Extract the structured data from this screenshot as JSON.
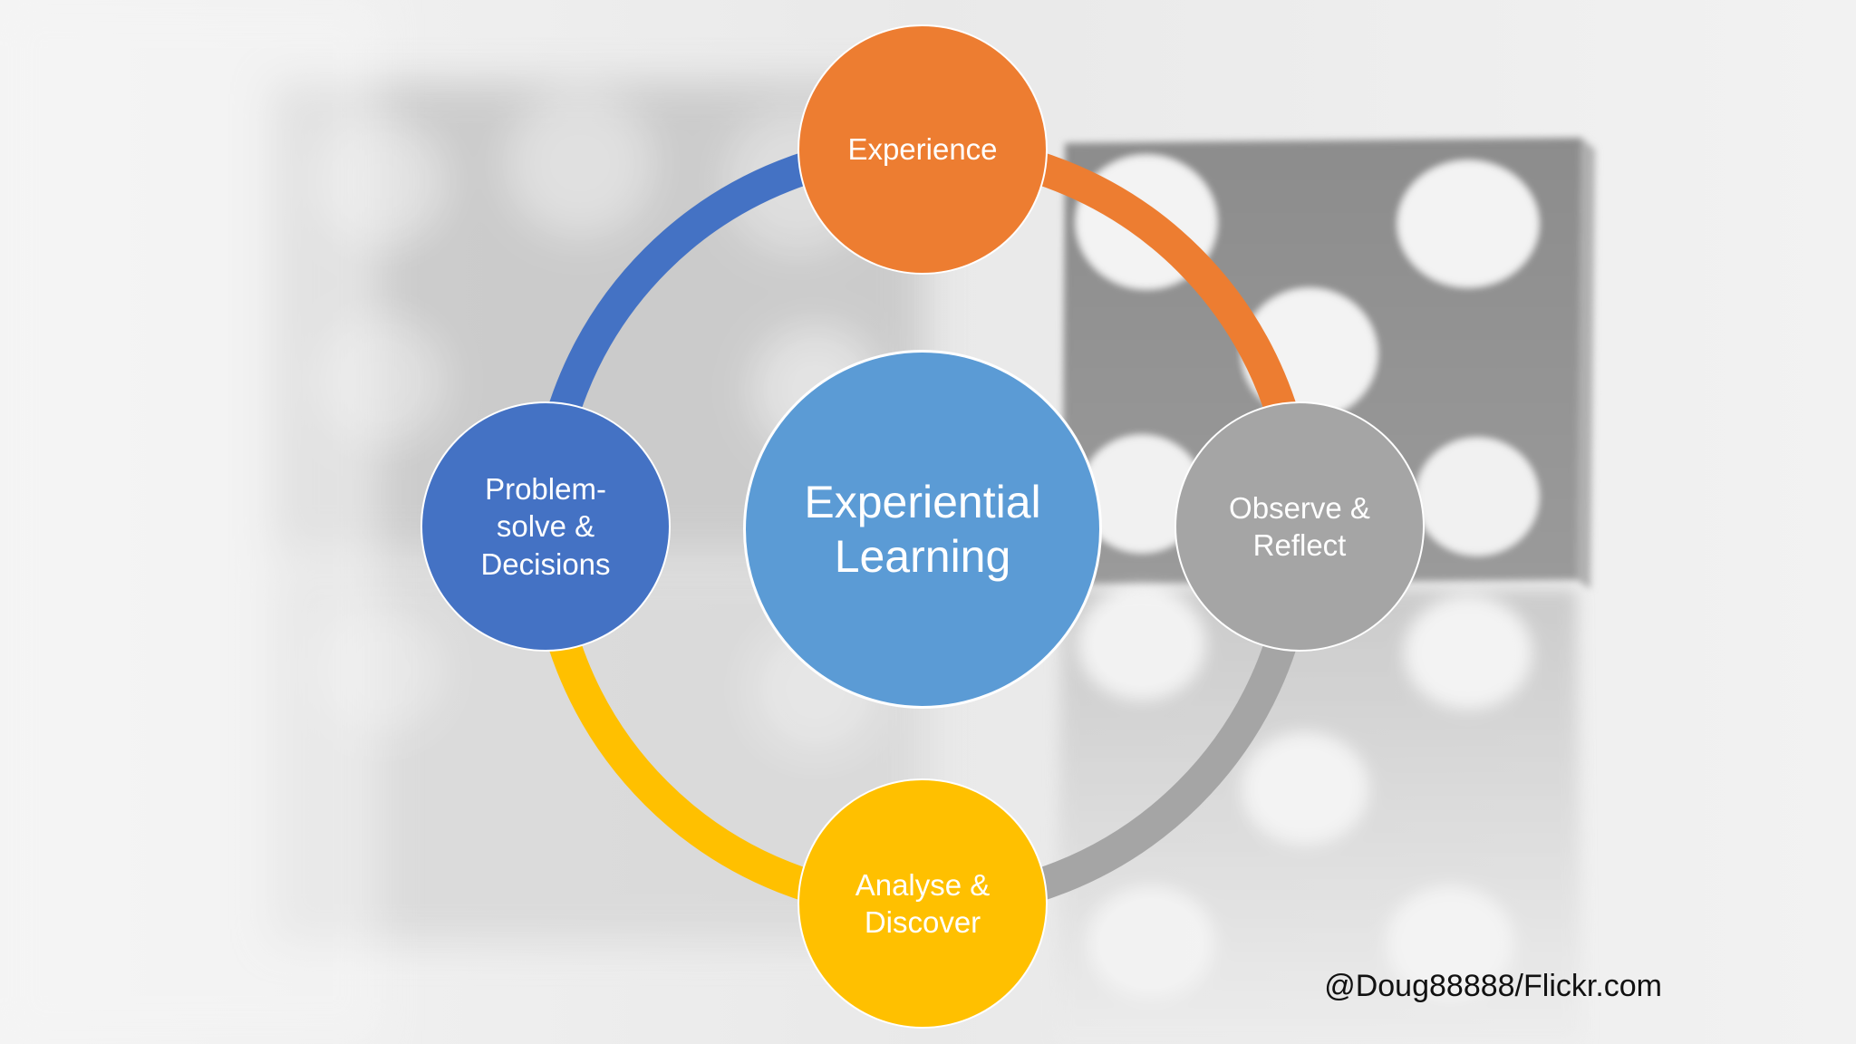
{
  "center": {
    "label": "Experiential\nLearning",
    "color": "#5b9bd5"
  },
  "stages": [
    {
      "id": "experience",
      "label": "Experience",
      "color": "#ed7d31"
    },
    {
      "id": "observe",
      "label": "Observe &\nReflect",
      "color": "#a5a5a5"
    },
    {
      "id": "analyse",
      "label": "Analyse &\nDiscover",
      "color": "#ffc000"
    },
    {
      "id": "problem",
      "label": "Problem-\nsolve &\nDecisions",
      "color": "#4472c4"
    }
  ],
  "credit": "@Doug88888/Flickr.com"
}
